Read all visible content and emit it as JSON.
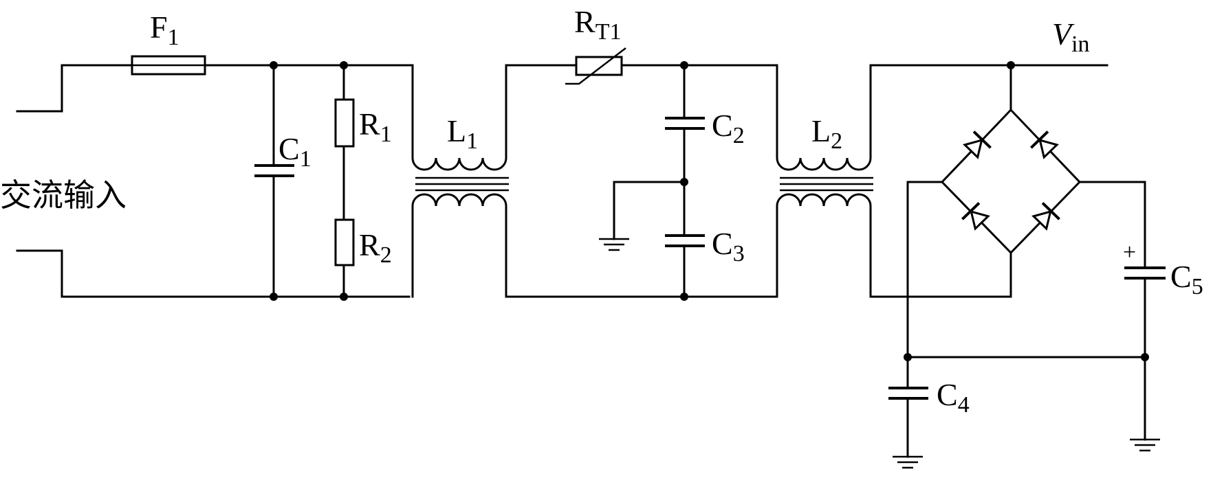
{
  "diagram": {
    "input_label": "交流输入",
    "output_label": {
      "main": "V",
      "sub": "in"
    },
    "components": {
      "F1": {
        "main": "F",
        "sub": "1"
      },
      "C1": {
        "main": "C",
        "sub": "1"
      },
      "R1": {
        "main": "R",
        "sub": "1"
      },
      "R2": {
        "main": "R",
        "sub": "2"
      },
      "L1": {
        "main": "L",
        "sub": "1"
      },
      "RT1": {
        "main": "R",
        "sub": "T1"
      },
      "C2": {
        "main": "C",
        "sub": "2"
      },
      "C3": {
        "main": "C",
        "sub": "3"
      },
      "L2": {
        "main": "L",
        "sub": "2"
      },
      "C4": {
        "main": "C",
        "sub": "4"
      },
      "C5": {
        "main": "C",
        "sub": "5"
      }
    },
    "polarity_mark": "+"
  }
}
